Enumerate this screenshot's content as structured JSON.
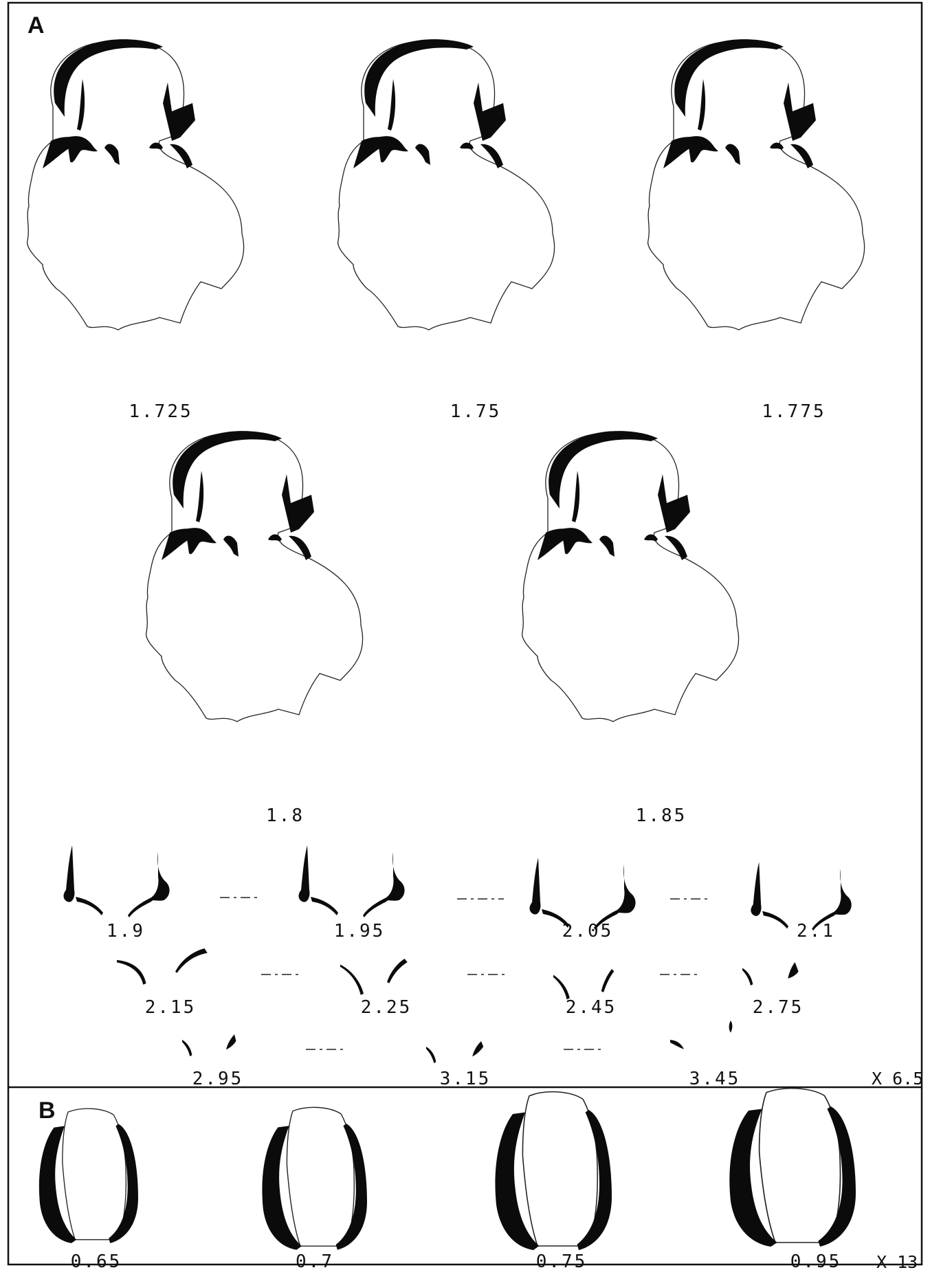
{
  "panels": {
    "A": {
      "letter": "A",
      "magnification": "X 6.5",
      "brains": [
        "1.725",
        "1.75",
        "1.775",
        "1.8",
        "1.85"
      ],
      "sections_row1": [
        "1.9",
        "1.95",
        "2.05",
        "2.1"
      ],
      "sections_row2": [
        "2.15",
        "2.25",
        "2.45",
        "2.75"
      ],
      "sections_row3": [
        "2.95",
        "3.15",
        "3.45"
      ]
    },
    "B": {
      "letter": "B",
      "magnification": "X 13",
      "sections": [
        "0.65",
        "0.7",
        "0.75",
        "0.95"
      ]
    }
  },
  "colors": {
    "ink": "#0b0b0b",
    "paper": "#ffffff"
  }
}
